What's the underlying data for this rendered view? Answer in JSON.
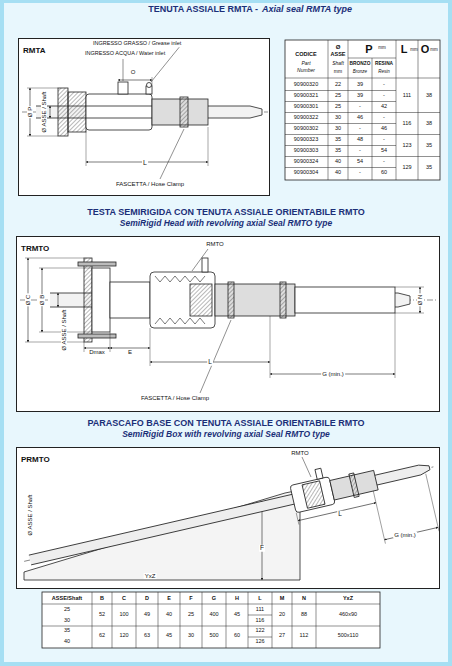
{
  "diagram": {
    "nodes": [
      {
        "text": [
          "RMTA"
        ]
      },
      {
        "text": [
          "TRMTO"
        ]
      },
      {
        "text": [
          "PRMTO"
        ]
      }
    ],
    "labels": [
      "TENUTA ASSIALE RMTA -",
      "Axial seal RMTA type",
      "INGRESSO GRASSO / Grease inlet",
      "INGRESSO ACQUA / Water inlet",
      "O",
      "Ø P",
      "Ø ASSE / Shaft",
      "L",
      "FASCETTA / Hose Clamp",
      "CODICE",
      "Part",
      "Number",
      "Ø",
      "ASSE",
      "Shaft",
      "mm",
      "P",
      "mm",
      "BRONZO",
      "Bronze",
      "RESINA",
      "Resin",
      "L",
      "mm",
      "O",
      "mm",
      "90900320",
      "22",
      "39",
      "-",
      "90900321",
      "25",
      "39",
      "-",
      "90900301",
      "25",
      "-",
      "42",
      "90900322",
      "30",
      "46",
      "-",
      "90900302",
      "30",
      "-",
      "46",
      "90900323",
      "35",
      "48",
      "-",
      "90900303",
      "35",
      "-",
      "54",
      "90900324",
      "40",
      "54",
      "-",
      "90900304",
      "40",
      "-",
      "60",
      "111",
      "38",
      "116",
      "38",
      "123",
      "35",
      "129",
      "35",
      "TESTA SEMIRIGIDA CON TENUTA ASSIALE ORIENTABILE RMTO",
      "SemiRigid Head with revolving axial Seal RMTO type",
      "RMTO",
      "Ø C",
      "Ø B",
      "Ø ASSE / Shaft",
      "Ø N",
      "Dmax",
      "E",
      "L",
      "G (min.)",
      "FASCETTA / Hose Clamp",
      "PARASCAFO BASE CON TENUTA ASSIALE ORIENTABILE RMTO",
      "SemiRigid Box with revolving axial Seal RMTO type",
      "RMTO",
      "Ø ASSE / Shaft",
      "L",
      "G (min.)",
      "F",
      "YxZ",
      "ASSE/Shaft",
      "B",
      "C",
      "D",
      "E",
      "F",
      "G",
      "H",
      "L",
      "M",
      "N",
      "YxZ",
      "25",
      "30",
      "35",
      "40",
      "111",
      "116",
      "122",
      "126",
      "52",
      "100",
      "49",
      "40",
      "25",
      "400",
      "45",
      "20",
      "88",
      "460x90",
      "62",
      "120",
      "63",
      "45",
      "30",
      "500",
      "60",
      "27",
      "112",
      "500x110"
    ]
  }
}
